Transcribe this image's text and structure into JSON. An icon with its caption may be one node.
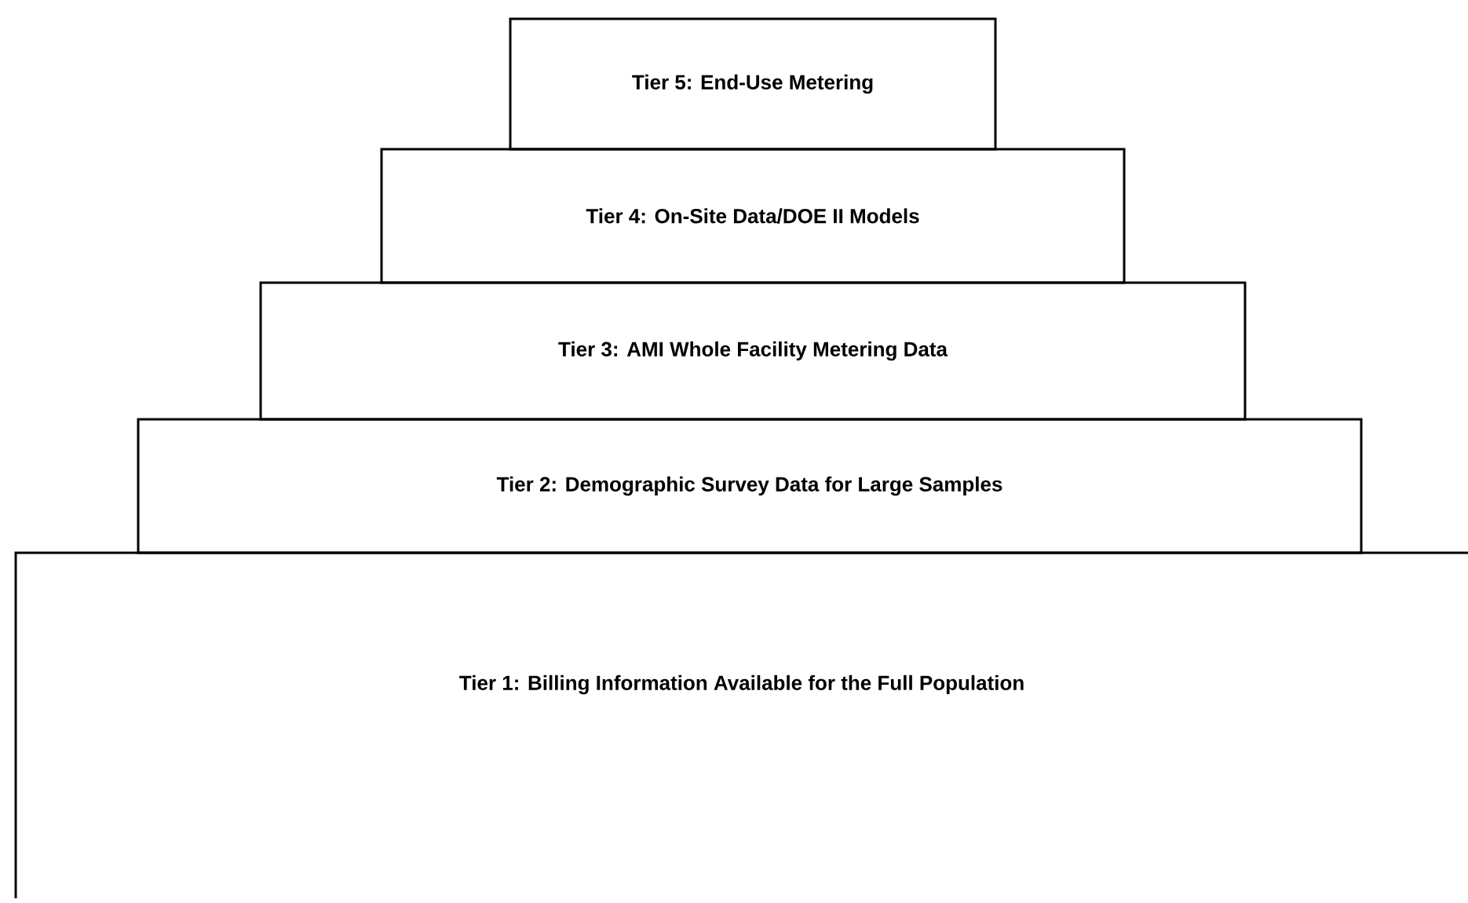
{
  "diagram": {
    "nodes": [
      {
        "text": [
          "Tier 5: End-Use Metering"
        ]
      },
      {
        "text": [
          "Tier 4: On-Site Data/DOE II Models"
        ]
      },
      {
        "text": [
          "Tier 3: AMI Whole Facility Metering Data"
        ]
      },
      {
        "text": [
          "Tier 2: Demographic Survey Data for Large Samples"
        ]
      },
      {
        "text": [
          "Tier 1: Billing Information Available for the Full Population"
        ]
      }
    ]
  }
}
